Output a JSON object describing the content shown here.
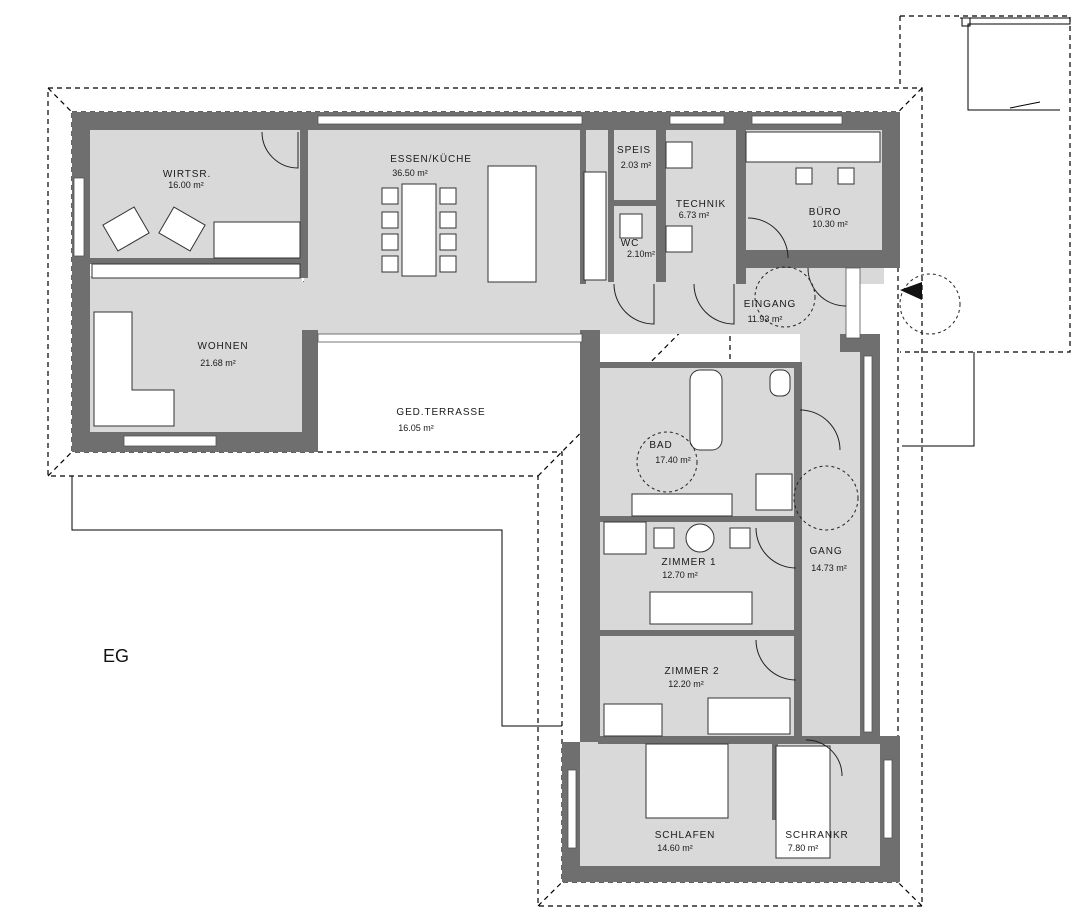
{
  "floor_label": "EG",
  "rooms": [
    {
      "label": "WIRTSR.",
      "area": "16.00 m²"
    },
    {
      "label": "ESSEN/KÜCHE",
      "area": "36.50 m²"
    },
    {
      "label": "SPEIS",
      "area": "2.03 m²"
    },
    {
      "label": "TECHNIK",
      "area": "6.73 m²"
    },
    {
      "label": "WC",
      "area": "2.10m²"
    },
    {
      "label": "BÜRO",
      "area": "10.30 m²"
    },
    {
      "label": "EINGANG",
      "area": "11.93 m²"
    },
    {
      "label": "WOHNEN",
      "area": "21.68 m²"
    },
    {
      "label": "GED.TERRASSE",
      "area": "16.05 m²"
    },
    {
      "label": "BAD",
      "area": "17.40 m²"
    },
    {
      "label": "ZIMMER 1",
      "area": "12.70 m²"
    },
    {
      "label": "GANG",
      "area": "14.73 m²"
    },
    {
      "label": "ZIMMER 2",
      "area": "12.20 m²"
    },
    {
      "label": "SCHLAFEN",
      "area": "14.60 m²"
    },
    {
      "label": "SCHRANKR",
      "area": "7.80 m²"
    }
  ]
}
